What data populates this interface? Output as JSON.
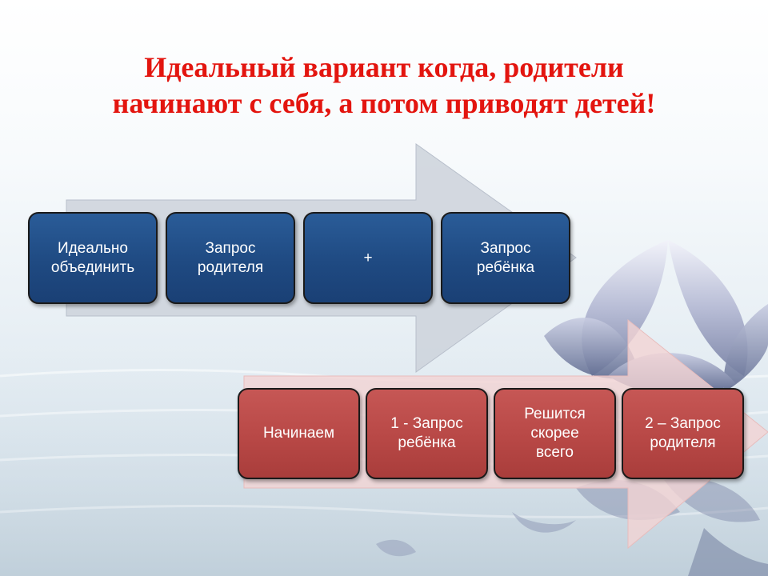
{
  "slide": {
    "title_lines": [
      "Идеальный вариант когда, родители",
      "начинают с себя, а потом приводят детей!"
    ],
    "title_color": "#e3150f"
  },
  "process_top": {
    "color": "#1f4a82",
    "steps": [
      "Идеально\nобъединить",
      "Запрос\nродителя",
      "+",
      "Запрос\nребёнка"
    ]
  },
  "process_bottom": {
    "color": "#b84846",
    "steps": [
      "Начинаем",
      "1 - Запрос\nребёнка",
      "Решится\nскорее\nвсего",
      "2 – Запрос\nродителя"
    ]
  }
}
